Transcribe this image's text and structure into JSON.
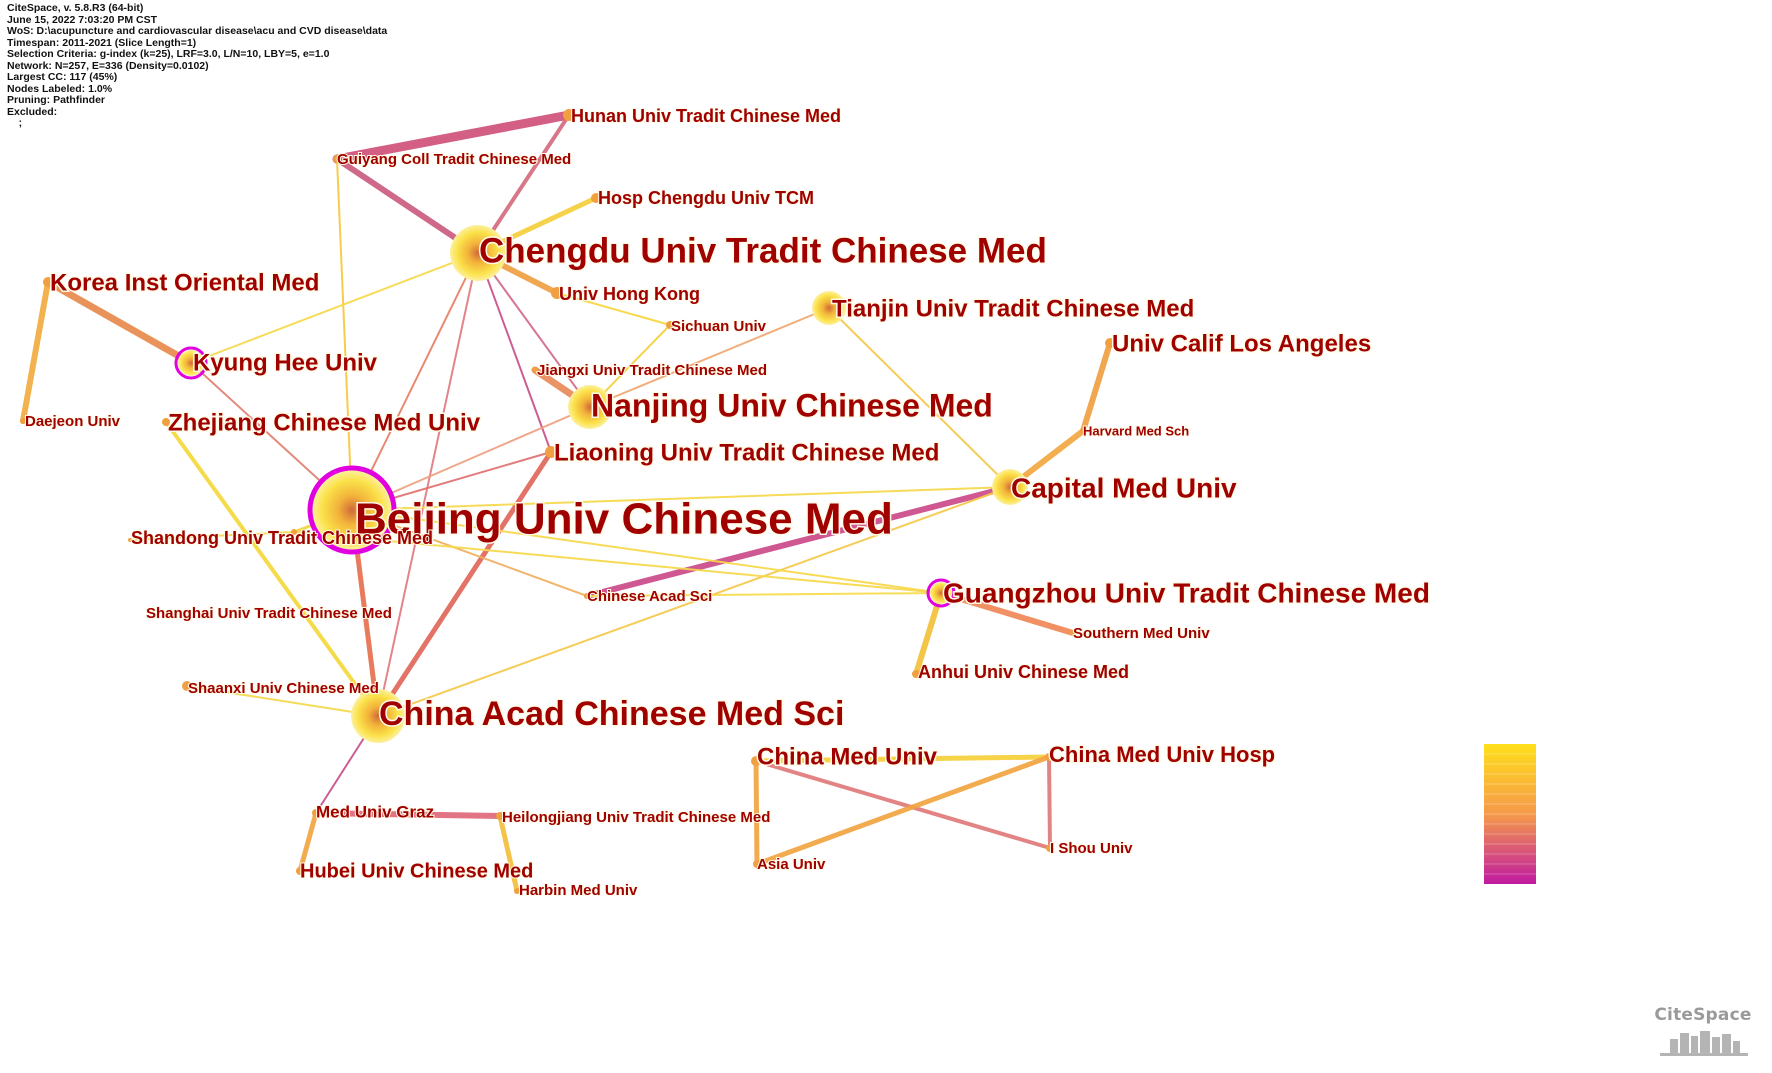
{
  "meta": {
    "lines": [
      "CiteSpace, v. 5.8.R3 (64-bit)",
      "June 15, 2022 7:03:20 PM CST",
      "WoS: D:\\acupuncture and cardiovascular disease\\acu and CVD disease\\data",
      "Timespan: 2011-2021 (Slice Length=1)",
      "Selection Criteria: g-index (k=25), LRF=3.0, L/N=10, LBY=5, e=1.0",
      "Network: N=257, E=336 (Density=0.0102)",
      "Largest CC: 117 (45%)",
      "Nodes Labeled: 1.0%",
      "Pruning: Pathfinder",
      "Excluded:",
      "    ;"
    ]
  },
  "brand": {
    "name": "CiteSpace"
  },
  "colors": {
    "label": "#a00000",
    "centrality_ring": "#e000e0",
    "legend_top": "#ffe01a",
    "legend_bottom": "#c01aa0"
  },
  "nodes": [
    {
      "id": "bucm",
      "label": "Beijing Univ Chinese Med"
    },
    {
      "id": "chengdu",
      "label": "Chengdu Univ Tradit Chinese Med"
    },
    {
      "id": "cacms",
      "label": "China Acad Chinese Med Sci"
    },
    {
      "id": "nanjing",
      "label": "Nanjing Univ Chinese Med"
    },
    {
      "id": "guangzhou",
      "label": "Guangzhou Univ Tradit Chinese Med"
    },
    {
      "id": "capital",
      "label": "Capital Med Univ"
    },
    {
      "id": "tianjin",
      "label": "Tianjin Univ Tradit Chinese Med"
    },
    {
      "id": "korea",
      "label": "Korea Inst Oriental Med"
    },
    {
      "id": "kyunghee",
      "label": "Kyung Hee Univ"
    },
    {
      "id": "zhejiang",
      "label": "Zhejiang Chinese Med Univ"
    },
    {
      "id": "liaoning",
      "label": "Liaoning Univ Tradit Chinese Med"
    },
    {
      "id": "ucla",
      "label": "Univ Calif Los Angeles"
    },
    {
      "id": "hunan",
      "label": "Hunan Univ Tradit Chinese Med"
    },
    {
      "id": "guiyang",
      "label": "Guiyang Coll Tradit Chinese Med"
    },
    {
      "id": "hospchengdu",
      "label": "Hosp Chengdu Univ TCM"
    },
    {
      "id": "hku",
      "label": "Univ Hong Kong"
    },
    {
      "id": "sichuan",
      "label": "Sichuan Univ"
    },
    {
      "id": "jiangxi",
      "label": "Jiangxi Univ Tradit Chinese Med"
    },
    {
      "id": "daejeon",
      "label": "Daejeon Univ"
    },
    {
      "id": "harvard",
      "label": "Harvard Med Sch"
    },
    {
      "id": "shandong",
      "label": "Shandong Univ Tradit Chinese Med"
    },
    {
      "id": "shanghai",
      "label": "Shanghai Univ Tradit Chinese Med"
    },
    {
      "id": "cas",
      "label": "Chinese Acad Sci"
    },
    {
      "id": "southern",
      "label": "Southern Med Univ"
    },
    {
      "id": "anhui",
      "label": "Anhui Univ Chinese Med"
    },
    {
      "id": "shaanxi",
      "label": "Shaanxi Univ Chinese Med"
    },
    {
      "id": "cmu",
      "label": "China Med Univ"
    },
    {
      "id": "cmuh",
      "label": "China Med Univ Hosp"
    },
    {
      "id": "graz",
      "label": "Med Univ Graz"
    },
    {
      "id": "heilongjiang",
      "label": "Heilongjiang Univ Tradit Chinese Med"
    },
    {
      "id": "hubei",
      "label": "Hubei Univ Chinese Med"
    },
    {
      "id": "harbin",
      "label": "Harbin Med Univ"
    },
    {
      "id": "asia",
      "label": "Asia Univ"
    },
    {
      "id": "ishou",
      "label": "I Shou Univ"
    }
  ],
  "edges": [
    {
      "a": "guiyang",
      "b": "hunan"
    },
    {
      "a": "guiyang",
      "b": "chengdu"
    },
    {
      "a": "hunan",
      "b": "chengdu"
    },
    {
      "a": "guiyang",
      "b": "bucm"
    },
    {
      "a": "chengdu",
      "b": "hospchengdu"
    },
    {
      "a": "chengdu",
      "b": "hku"
    },
    {
      "a": "hku",
      "b": "sichuan"
    },
    {
      "a": "chengdu",
      "b": "kyunghee"
    },
    {
      "a": "chengdu",
      "b": "bucm"
    },
    {
      "a": "chengdu",
      "b": "cacms"
    },
    {
      "a": "chengdu",
      "b": "nanjing"
    },
    {
      "a": "chengdu",
      "b": "liaoning"
    },
    {
      "a": "korea",
      "b": "kyunghee"
    },
    {
      "a": "korea",
      "b": "daejeon"
    },
    {
      "a": "kyunghee",
      "b": "bucm"
    },
    {
      "a": "zhejiang",
      "b": "cacms"
    },
    {
      "a": "jiangxi",
      "b": "nanjing"
    },
    {
      "a": "sichuan",
      "b": "nanjing"
    },
    {
      "a": "nanjing",
      "b": "tianjin"
    },
    {
      "a": "nanjing",
      "b": "bucm"
    },
    {
      "a": "liaoning",
      "b": "cacms"
    },
    {
      "a": "liaoning",
      "b": "bucm"
    },
    {
      "a": "tianjin",
      "b": "capital"
    },
    {
      "a": "ucla",
      "b": "harvard"
    },
    {
      "a": "harvard",
      "b": "capital"
    },
    {
      "a": "capital",
      "b": "bucm"
    },
    {
      "a": "capital",
      "b": "cas"
    },
    {
      "a": "capital",
      "b": "cacms"
    },
    {
      "a": "bucm",
      "b": "cacms"
    },
    {
      "a": "bucm",
      "b": "shandong"
    },
    {
      "a": "bucm",
      "b": "guangzhou"
    },
    {
      "a": "bucm",
      "b": "cas"
    },
    {
      "a": "shandong",
      "b": "shanghai"
    },
    {
      "a": "shandong",
      "b": "guangzhou"
    },
    {
      "a": "cas",
      "b": "guangzhou"
    },
    {
      "a": "guangzhou",
      "b": "southern"
    },
    {
      "a": "guangzhou",
      "b": "anhui"
    },
    {
      "a": "cacms",
      "b": "graz"
    },
    {
      "a": "cacms",
      "b": "shaanxi"
    },
    {
      "a": "graz",
      "b": "heilongjiang"
    },
    {
      "a": "graz",
      "b": "hubei"
    },
    {
      "a": "heilongjiang",
      "b": "harbin"
    },
    {
      "a": "cmu",
      "b": "cmuh"
    },
    {
      "a": "cmu",
      "b": "asia"
    },
    {
      "a": "cmu",
      "b": "ishou"
    },
    {
      "a": "cmuh",
      "b": "asia"
    },
    {
      "a": "cmuh",
      "b": "ishou"
    }
  ]
}
